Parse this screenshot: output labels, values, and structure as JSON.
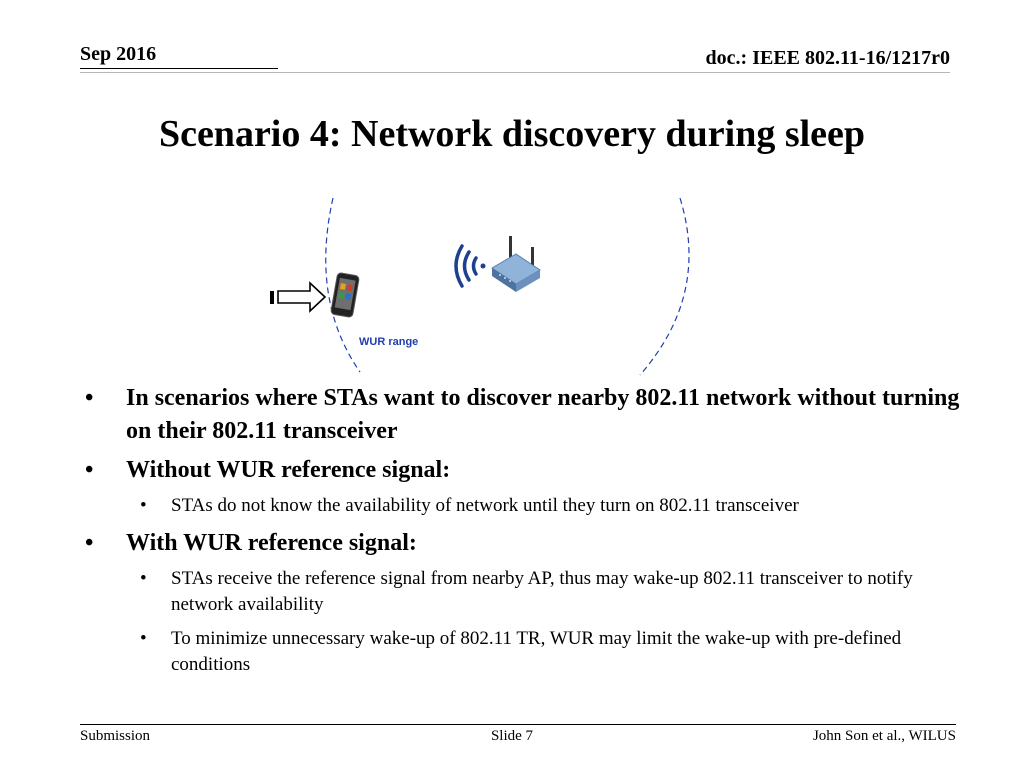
{
  "header": {
    "date": "Sep 2016",
    "doc_id": "doc.: IEEE 802.11-16/1217r0"
  },
  "title": "Scenario 4: Network discovery during sleep",
  "diagram": {
    "range_label": "WUR range",
    "icons": [
      "arrow-icon",
      "smartphone-icon",
      "wifi-signal-icon",
      "router-icon"
    ]
  },
  "bullets": [
    {
      "level": 1,
      "text": "In scenarios where STAs want to discover nearby 802.11 network without turning on their 802.11 transceiver"
    },
    {
      "level": 1,
      "text": "Without WUR reference signal:"
    },
    {
      "level": 2,
      "text": "STAs do not know the availability of network until they turn on 802.11 transceiver"
    },
    {
      "level": 1,
      "text": "With WUR reference signal:"
    },
    {
      "level": 2,
      "text": "STAs receive the reference signal from nearby AP, thus may wake-up 802.11 transceiver to notify network availability"
    },
    {
      "level": 2,
      "text": "To minimize unnecessary wake-up of 802.11 TR, WUR may limit the wake-up with pre-defined conditions"
    }
  ],
  "footer": {
    "left": "Submission",
    "center": "Slide 7",
    "right": "John Son et al., WILUS"
  },
  "colors": {
    "range_circle": "#1f3fb0",
    "wifi_signal": "#1f3f8f",
    "router_body": "#8fb3d9"
  }
}
